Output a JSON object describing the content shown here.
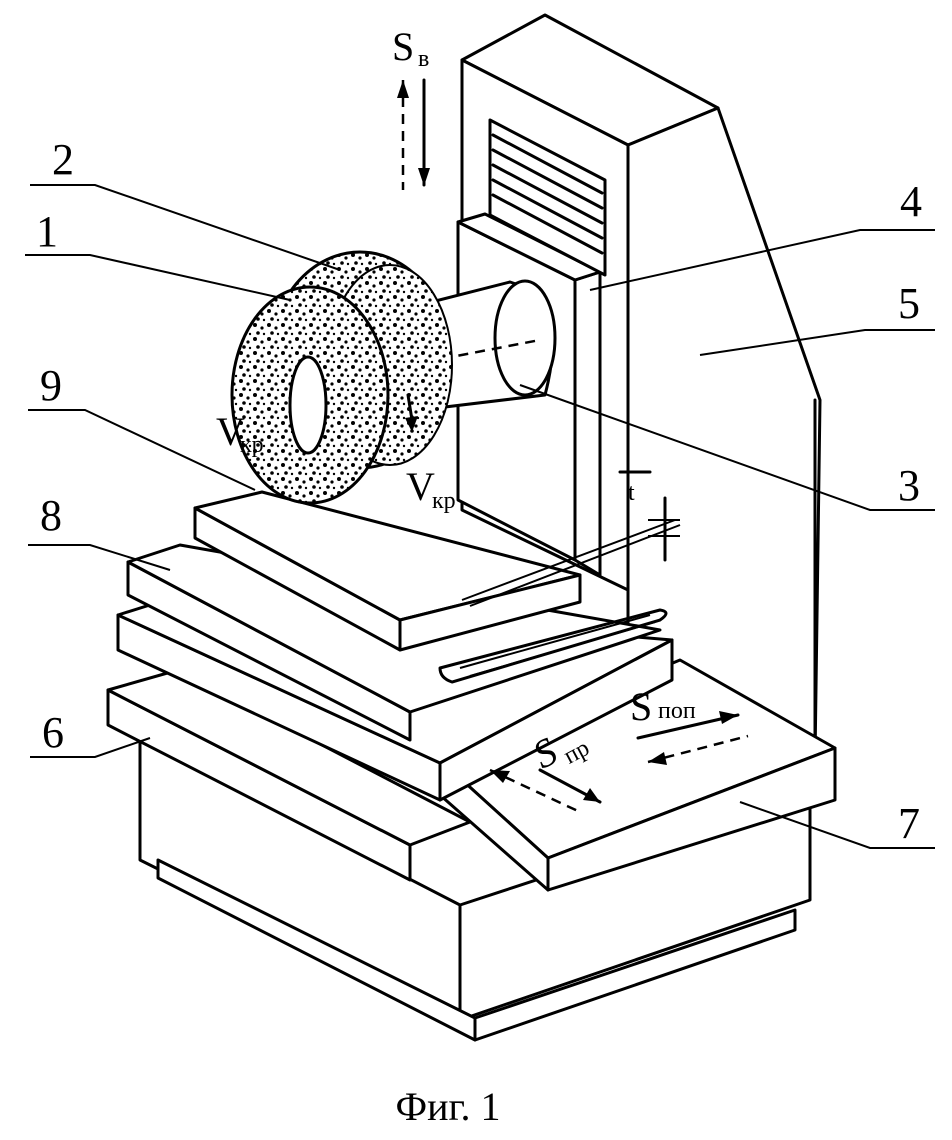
{
  "figure": {
    "caption": "Фиг. 1",
    "part_labels": [
      "1",
      "2",
      "3",
      "4",
      "5",
      "6",
      "7",
      "8",
      "9"
    ],
    "motion_labels": {
      "vertical_feed": {
        "main": "S",
        "sub": "в"
      },
      "wheel_speed_top": {
        "main": "V",
        "sub": "кр"
      },
      "wheel_speed_bottom": {
        "main": "V",
        "sub": "кр"
      },
      "longitudinal_feed": {
        "main": "S",
        "sub": "пр"
      },
      "cross_feed": {
        "main": "S",
        "sub": "поп"
      }
    },
    "depth_mark": "t"
  }
}
